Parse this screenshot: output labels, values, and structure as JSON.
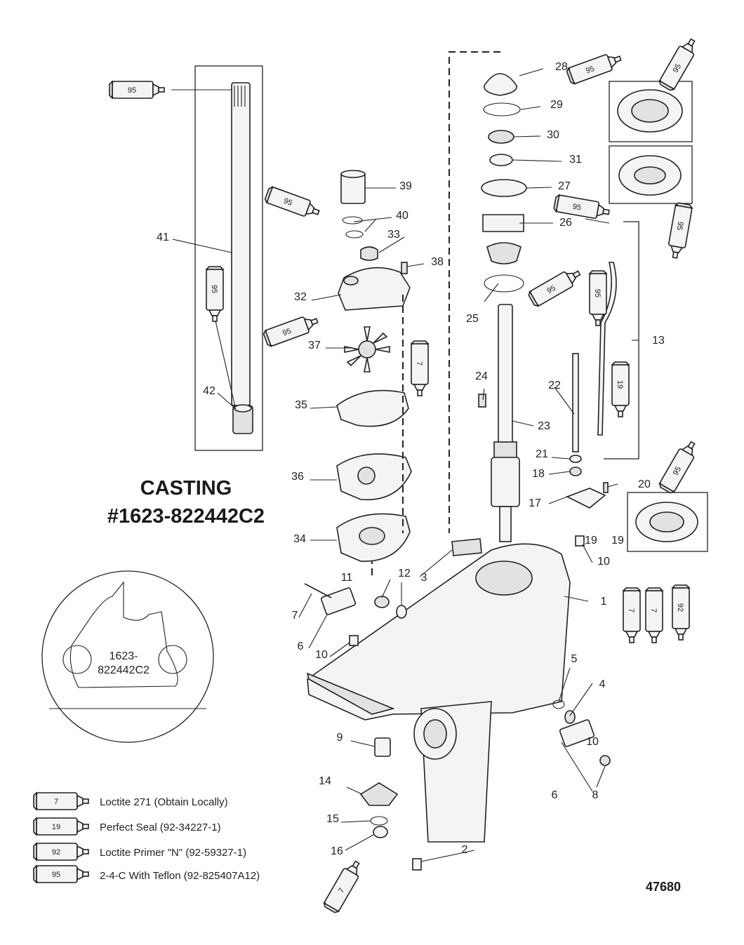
{
  "casting": {
    "line1": "CASTING",
    "line2": "#1623-822442C2",
    "plate_line1": "1623-",
    "plate_line2": "822442C2"
  },
  "figure_number": "47680",
  "callouts": [
    "1",
    "2",
    "3",
    "4",
    "5",
    "6",
    "6",
    "7",
    "8",
    "9",
    "10",
    "10",
    "10",
    "11",
    "12",
    "13",
    "14",
    "15",
    "16",
    "17",
    "18",
    "19",
    "19",
    "20",
    "21",
    "22",
    "23",
    "24",
    "25",
    "26",
    "27",
    "28",
    "29",
    "30",
    "31",
    "32",
    "33",
    "34",
    "35",
    "36",
    "37",
    "38",
    "39",
    "40",
    "41",
    "42"
  ],
  "tube_labels": [
    "95",
    "95",
    "95",
    "95",
    "95",
    "95",
    "95",
    "95",
    "95",
    "95",
    "95",
    "19",
    "7",
    "7",
    "7",
    "92",
    "7"
  ],
  "legend": [
    {
      "code": "7",
      "text": "Loctite 271 (Obtain Locally)"
    },
    {
      "code": "19",
      "text": "Perfect Seal (92-34227-1)"
    },
    {
      "code": "92",
      "text": "Loctite Primer \"N\" (92-59327-1)"
    },
    {
      "code": "95",
      "text": "2-4-C  With Teflon (92-825407A12)"
    }
  ]
}
